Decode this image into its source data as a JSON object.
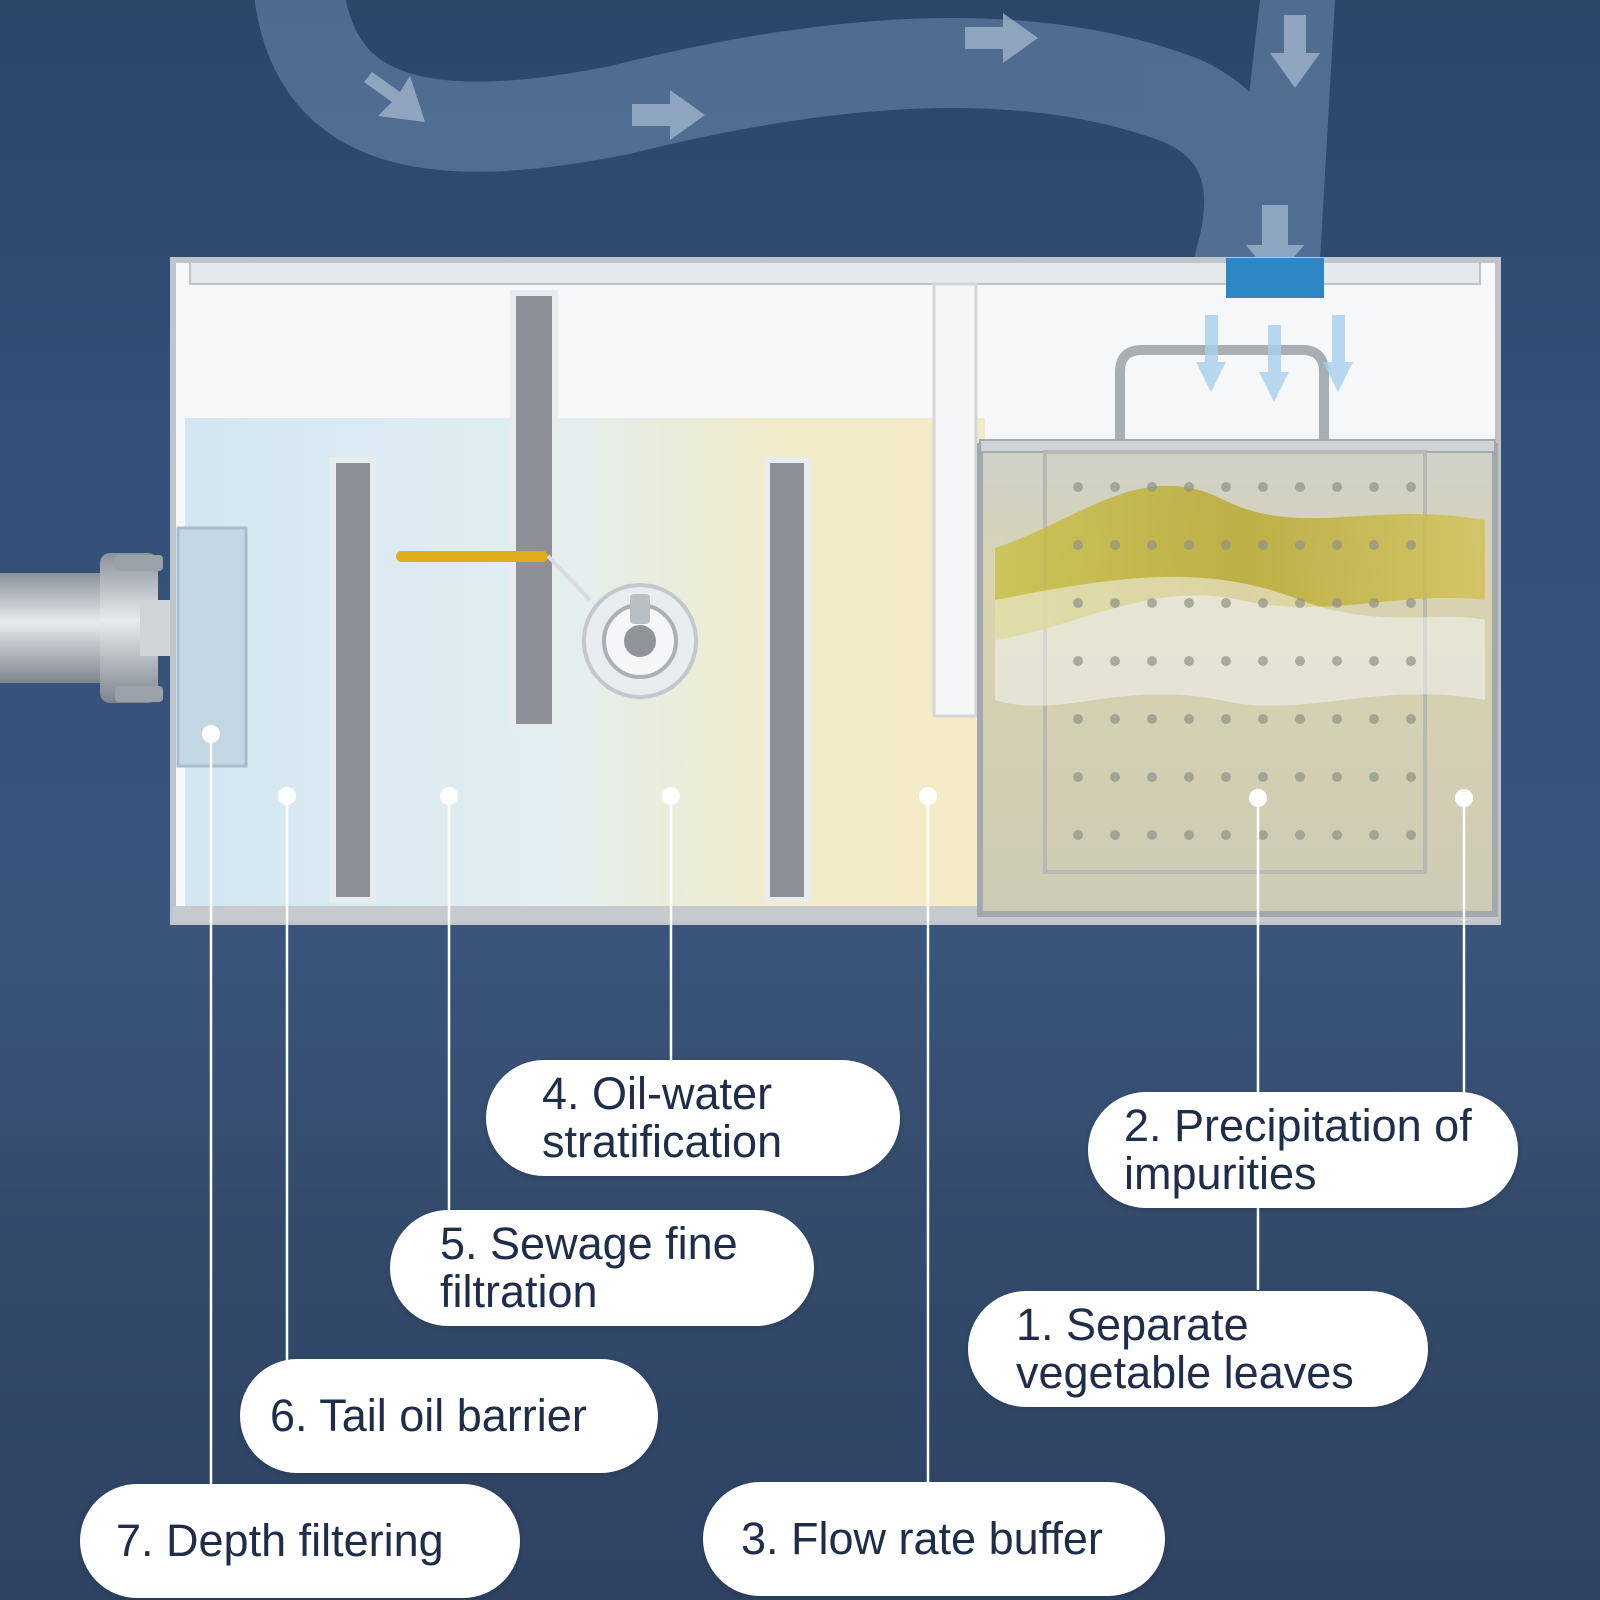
{
  "colors": {
    "background": "#34507a",
    "label_bg": "#ffffff",
    "label_text": "#1e2d4a",
    "water": "#d6e8f2",
    "oil_zone": "#f3ecc8",
    "tank_steel": "#c9cdd3",
    "inlet_blue": "#2f86c4",
    "oil_yellow": "#c8b53a"
  },
  "labels": [
    {
      "id": "1",
      "text": "1. Separate vegetable leaves"
    },
    {
      "id": "2",
      "text": "2. Precipitation of impurities"
    },
    {
      "id": "3",
      "text": "3. Flow rate buffer"
    },
    {
      "id": "4",
      "text": "4. Oil-water stratification"
    },
    {
      "id": "5",
      "text": "5. Sewage fine filtration"
    },
    {
      "id": "6",
      "text": "6. Tail oil barrier"
    },
    {
      "id": "7",
      "text": "7. Depth filtering"
    }
  ],
  "icons": {
    "flow_arrow": "arrow-icon",
    "outlet_pipe": "pipe-icon",
    "oil_valve": "valve-icon",
    "filter_basket": "basket-icon"
  }
}
